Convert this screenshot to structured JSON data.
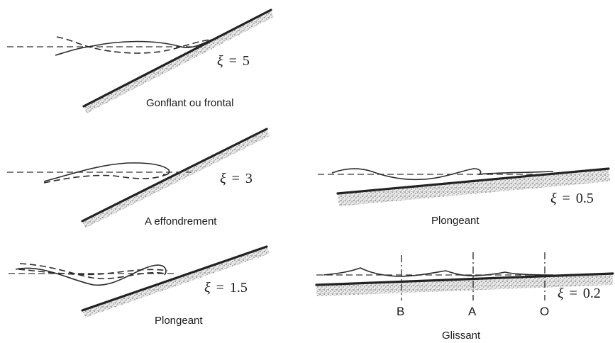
{
  "panels": [
    {
      "id": "surging",
      "caption": "Gonflant ou frontal",
      "xi_value": "5"
    },
    {
      "id": "collapsing",
      "caption": "A effondrement",
      "xi_value": "3"
    },
    {
      "id": "plunging1",
      "caption": "Plongeant",
      "xi_value": "1.5"
    },
    {
      "id": "plunging2",
      "caption": "Plongeant",
      "xi_value": "0.5"
    },
    {
      "id": "spilling",
      "caption": "Glissant",
      "xi_value": "0.2"
    }
  ],
  "xi_symbol": "ξ",
  "equals": "=",
  "spilling_markers": [
    "B",
    "A",
    "O"
  ]
}
